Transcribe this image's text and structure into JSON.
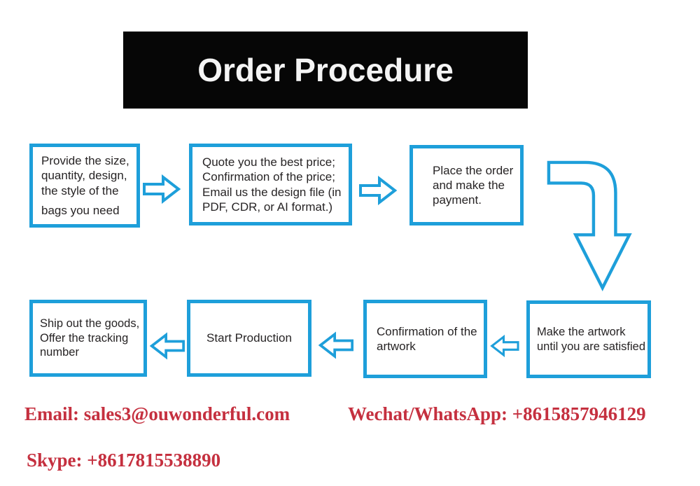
{
  "title": "Order Procedure",
  "colors": {
    "accent_blue": "#1e9fda",
    "banner_bg": "#060606",
    "banner_text": "#f4f4f4",
    "contact_red": "#c5303f",
    "box_text": "#272425"
  },
  "steps": [
    {
      "name": "provide-details",
      "lines": [
        "Provide the size,",
        "quantity, design,",
        "the style of the",
        "bags you need"
      ]
    },
    {
      "name": "quote-price",
      "lines": [
        "Quote you the best price;",
        "Confirmation of the price;",
        "Email us the design file (in",
        "PDF, CDR, or AI format.)"
      ]
    },
    {
      "name": "place-order",
      "lines": [
        "Place the order",
        "and make the",
        "payment."
      ]
    },
    {
      "name": "make-artwork",
      "lines": [
        "Make the artwork",
        "until you are satisfied"
      ]
    },
    {
      "name": "confirm-artwork",
      "lines": [
        "Confirmation of the",
        "artwork"
      ]
    },
    {
      "name": "start-production",
      "lines": [
        "Start Production"
      ]
    },
    {
      "name": "ship-goods",
      "lines": [
        "Ship out the goods,",
        "Offer the tracking",
        "number"
      ]
    }
  ],
  "contacts": {
    "email": "Email: sales3@ouwonderful.com",
    "wechat_whatsapp": "Wechat/WhatsApp: +8615857946129",
    "skype": "Skype: +8617815538890"
  }
}
